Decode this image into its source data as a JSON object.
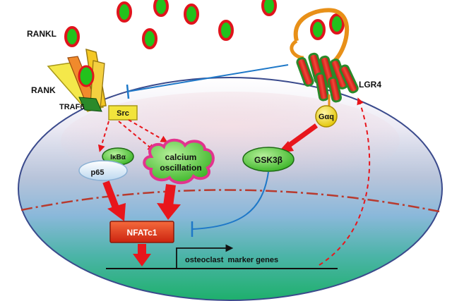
{
  "labels": {
    "rankl": "RANKL",
    "rank": "RANK",
    "traf6": "TRAF6",
    "src": "Src",
    "lgr4": "LGR4",
    "galphaq": "Gαq",
    "gsk3b": "GSK3β",
    "ikba": "IκBα",
    "p65": "p65",
    "calcium_line1": "calcium",
    "calcium_line2": "oscillation",
    "nfatc1": "NFATc1",
    "marker_genes": "osteoclast  marker genes"
  },
  "colors": {
    "ligand_fill": "#22c21c",
    "ligand_ring": "#e0141c",
    "arrow_red": "#e8161c",
    "inhibit_blue": "#1e78c8",
    "nfatc1_box": "#e8341c",
    "green_node": "#44c02c",
    "src_box": "#f2e43c",
    "galphaq_node": "#f4d81c"
  },
  "icons": {
    "inhibit": "inhibition-t-bar",
    "activate": "arrow-head"
  }
}
